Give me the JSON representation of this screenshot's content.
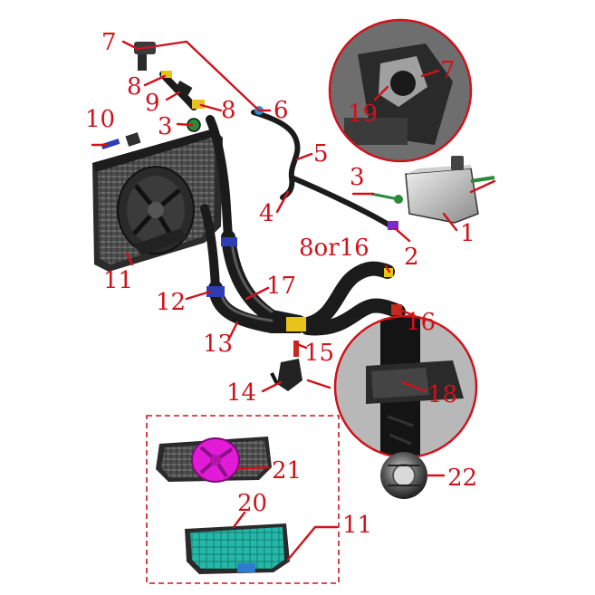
{
  "colors": {
    "callout": "#d0121b",
    "hose": "#1b1b1b",
    "clamp_blue": "#2b3fb3",
    "clamp_purple": "#7a2cc9",
    "clamp_yellow": "#e7c31c",
    "fan_highlight": "#e21bd8",
    "core_highlight": "#25b8a8"
  },
  "callouts": {
    "c1": "1",
    "c2": "2",
    "c3a": "3",
    "c3b": "3",
    "c4": "4",
    "c5": "5",
    "c6": "6",
    "c7a": "7",
    "c7b": "7",
    "c8a": "8",
    "c8b": "8",
    "c8or16": "8or16",
    "c9": "9",
    "c10": "10",
    "c11a": "11",
    "c11b": "11",
    "c12": "12",
    "c13": "13",
    "c14": "14",
    "c15": "15",
    "c16": "16",
    "c17": "17",
    "c18": "18",
    "c19": "19",
    "c20": "20",
    "c21": "21",
    "c22": "22"
  },
  "parts": {
    "radiator": "radiator-assembly",
    "fan": "cooling-fan",
    "core": "radiator-core",
    "reservoir": "coolant-reservoir",
    "cap": "radiator-cap",
    "sensor": "temperature-sensor"
  }
}
